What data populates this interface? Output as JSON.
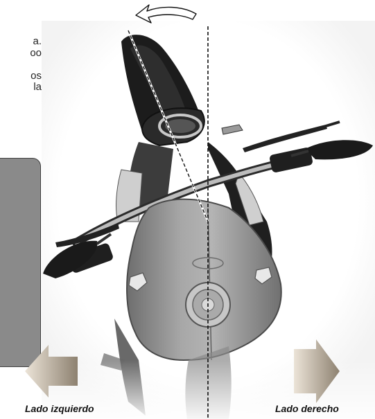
{
  "text_fragment": {
    "lines": [
      "a.",
      "oo",
      "",
      "os",
      "la"
    ]
  },
  "labels": {
    "left_side": "Lado izquierdo",
    "right_side": "Lado derecho"
  },
  "colors": {
    "tank": "#8f8f8f",
    "info_box": "#8a8a8a",
    "arrow_light": "#ece4d8",
    "arrow_dark": "#8d8170"
  },
  "icons": {
    "rotation": "curved-arrow-left-icon",
    "left": "left-arrow-icon",
    "right": "right-arrow-icon"
  }
}
